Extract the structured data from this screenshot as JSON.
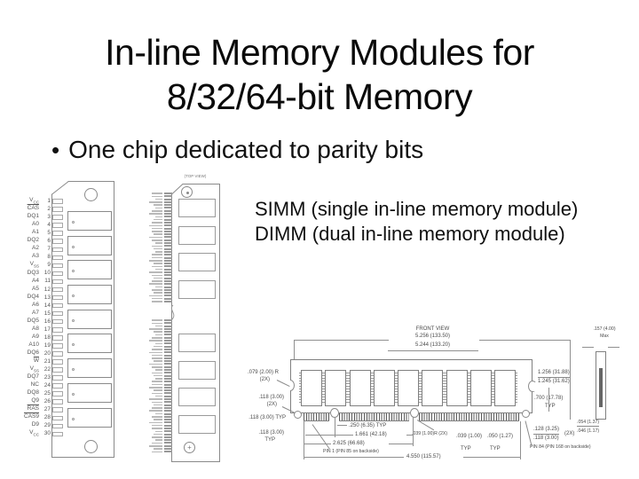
{
  "slide": {
    "title_line1": "In-line Memory Modules for",
    "title_line2": "8/32/64-bit Memory",
    "bullet_glyph": "•",
    "bullet_text": "One chip dedicated to parity bits"
  },
  "callout": {
    "simm": "SIMM (single in-line memory module)",
    "dimm": "DIMM (dual in-line memory module)"
  },
  "simm_diagram": {
    "chip_count": 9,
    "pins": [
      {
        "label": "V",
        "sub": "CC",
        "num": "1"
      },
      {
        "label": "CAS",
        "bar": true,
        "num": "2"
      },
      {
        "label": "DQ1",
        "num": "3"
      },
      {
        "label": "A0",
        "num": "4"
      },
      {
        "label": "A1",
        "num": "5"
      },
      {
        "label": "DQ2",
        "num": "6"
      },
      {
        "label": "A2",
        "num": "7"
      },
      {
        "label": "A3",
        "num": "8"
      },
      {
        "label": "V",
        "sub": "SS",
        "num": "9"
      },
      {
        "label": "DQ3",
        "num": "10"
      },
      {
        "label": "A4",
        "num": "11"
      },
      {
        "label": "A5",
        "num": "12"
      },
      {
        "label": "DQ4",
        "num": "13"
      },
      {
        "label": "A6",
        "num": "14"
      },
      {
        "label": "A7",
        "num": "15"
      },
      {
        "label": "DQ5",
        "num": "16"
      },
      {
        "label": "A8",
        "num": "17"
      },
      {
        "label": "A9",
        "num": "18"
      },
      {
        "label": "A10",
        "num": "19"
      },
      {
        "label": "DQ6",
        "num": "20"
      },
      {
        "label": "W",
        "bar": true,
        "num": "21"
      },
      {
        "label": "V",
        "sub": "SS",
        "num": "22"
      },
      {
        "label": "DQ7",
        "num": "23"
      },
      {
        "label": "NC",
        "num": "24"
      },
      {
        "label": "DQ8",
        "num": "25"
      },
      {
        "label": "Q9",
        "num": "26"
      },
      {
        "label": "RAS",
        "bar": true,
        "num": "27"
      },
      {
        "label": "CAS9",
        "bar": true,
        "num": "28"
      },
      {
        "label": "D9",
        "num": "29"
      },
      {
        "label": "V",
        "sub": "CC",
        "num": "30"
      }
    ]
  },
  "dimm_diagram": {
    "top_view_label": "(TOP VIEW)",
    "upper_chip_count": 4,
    "lower_chip_count": 4,
    "upper_tick_count": 38,
    "lower_tick_count": 46,
    "bottom_hole_glyph": "+"
  },
  "front_view": {
    "title": "FRONT VIEW",
    "chip_count": 9,
    "width_max": "5.256 (133.50)",
    "width_min": "5.244 (133.20)",
    "corner_radius": ".079 (2.00) R",
    "corner_radius_qty": "(2X)",
    "hole_dia": ".118 (3.00)",
    "hole_dia_qty": "(2X)",
    "edge_margin": ".118 (3.00) TYP",
    "bottom_margin": ".118 (3.00)",
    "bottom_margin_qty": "TYP",
    "pitch": ".250 (6.35) TYP",
    "key1_dist": "1.661 (42.18)",
    "key2_dist": "2.625 (66.68)",
    "pin1_note": "PIN 1 (PIN 85 on backside)",
    "contact_span": "4.550 (115.57)",
    "key_radius": ".039 (1.00)R (2X)",
    "contact_w": ".039 (1.00)",
    "contact_w_qty": "TYP",
    "contact_gap": ".050 (1.27)",
    "contact_gap_qty": "TYP",
    "height_max": "1.256 (31.88)",
    "height_min": "1.245 (31.62)",
    "chip_h": ".700 (17.78)",
    "chip_h_qty": "TYP",
    "notch_max": ".128 (3.25)",
    "notch_min": ".118 (3.00)",
    "notch_qty": "(2X)",
    "pin84_note": "PIN 84 (PIN 168 on backside)",
    "thickness": ".157 (4.00)",
    "thickness_qual": "Max",
    "lead_max": ".054 (1.37)",
    "lead_min": ".046 (1.17)"
  }
}
